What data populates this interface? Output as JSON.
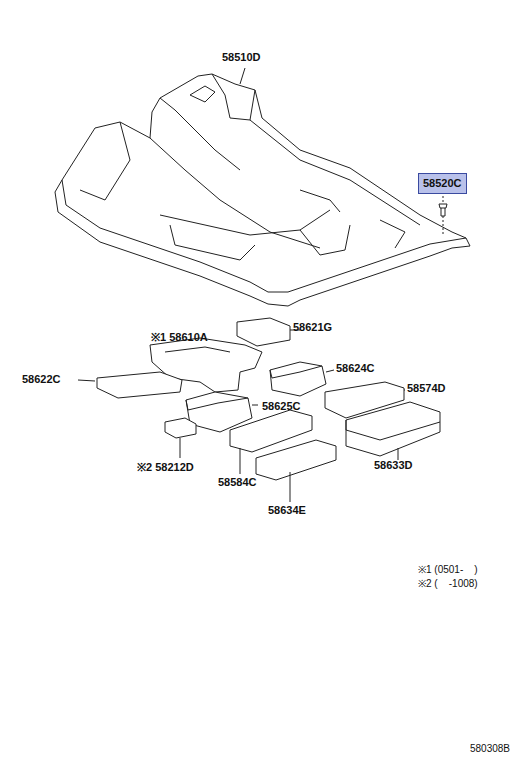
{
  "diagram": {
    "nodes": [
      {
        "text": [
          "58520C"
        ]
      }
    ],
    "labels": [
      "58510D",
      "※1 58610A",
      "58621G",
      "58624C",
      "58622C",
      "58574D",
      "58625C",
      "58633D",
      "※2 58212D",
      "58584C",
      "58634E",
      "※1 (0501-    )",
      "※2 (    -1008)",
      "580308B"
    ]
  }
}
